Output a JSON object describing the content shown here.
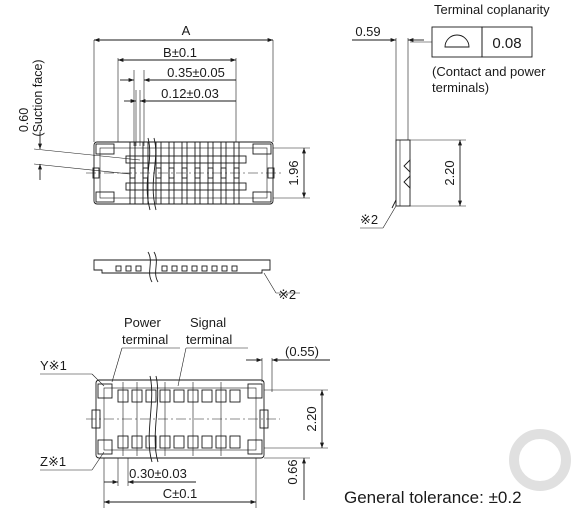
{
  "top_view": {
    "dim_a": "A",
    "dim_b": "B±0.1",
    "pitch_0_35": "0.35±0.05",
    "width_0_12": "0.12±0.03",
    "suction_face": "(Suction face)",
    "suction_0_60": "0.60",
    "height_1_96": "1.96"
  },
  "side_view": {
    "dim_0_59": "0.59",
    "coplanarity_title": "Terminal coplanarity",
    "coplanarity_value": "0.08",
    "coplanarity_note_1": "(Contact and power",
    "coplanarity_note_2": "terminals)",
    "height_2_20": "2.20",
    "note_2": "※2"
  },
  "front_view": {
    "note_2": "※2"
  },
  "bottom_view": {
    "power_1": "Power",
    "power_2": "terminal",
    "signal_1": "Signal",
    "signal_2": "terminal",
    "y_note": "Y※1",
    "z_note": "Z※1",
    "dim_0_55": "(0.55)",
    "dim_2_20": "2.20",
    "dim_0_66": "0.66",
    "dim_0_30": "0.30±0.03",
    "dim_c": "C±0.1"
  },
  "footer": {
    "tolerance": "General tolerance: ±0.2"
  }
}
